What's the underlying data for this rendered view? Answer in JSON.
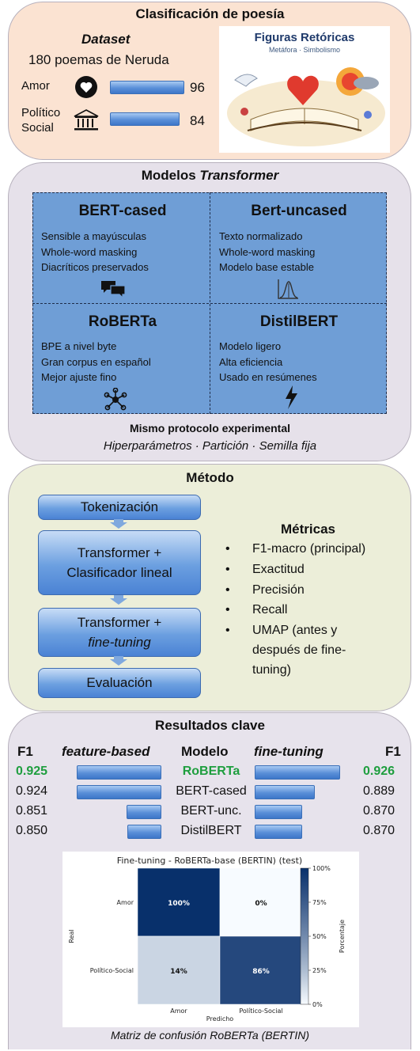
{
  "section1": {
    "title": "Clasificación de poesía",
    "dataset_label": "Dataset",
    "dataset_desc": "180 poemas de Neruda",
    "classes": [
      {
        "label": "Amor",
        "count": "96",
        "icon": "heart-icon"
      },
      {
        "label_line1": "Político",
        "label_line2": "Social",
        "count": "84",
        "icon": "building-icon"
      }
    ],
    "image_title": "Figuras Retóricas",
    "image_subtitle": "Metáfora · Simbolismo"
  },
  "section2": {
    "title_plain": "Modelos ",
    "title_italic": "Transformer",
    "models": [
      {
        "name": "BERT-cased",
        "features": [
          "Sensible a mayúsculas",
          "Whole-word masking",
          "Diacríticos preservados"
        ],
        "icon": "chat-bubbles-icon"
      },
      {
        "name": "Bert-uncased",
        "features": [
          "Texto normalizado",
          "Whole-word masking",
          "Modelo base estable"
        ],
        "icon": "bell-curve-icon"
      },
      {
        "name": "RoBERTa",
        "features": [
          "BPE a nivel byte",
          "Gran corpus en español",
          "Mejor ajuste fino"
        ],
        "icon": "network-icon"
      },
      {
        "name": "DistilBERT",
        "features": [
          "Modelo ligero",
          "Alta eficiencia",
          "Usado en resúmenes"
        ],
        "icon": "lightning-icon"
      }
    ],
    "protocol_title": "Mismo protocolo experimental",
    "protocol_desc": "Hiperparámetros · Partición · Semilla fija"
  },
  "section3": {
    "title": "Método",
    "steps": [
      {
        "line1": "Tokenización"
      },
      {
        "line1": "Transformer +",
        "line2": "Clasificador lineal"
      },
      {
        "line1": "Transformer +",
        "line2_italic": "fine-tuning"
      },
      {
        "line1": "Evaluación"
      }
    ],
    "metrics_title": "Métricas",
    "metrics": [
      "F1-macro (principal)",
      "Exactitud",
      "Precisión",
      "Recall",
      "UMAP (antes y",
      "después de fine-",
      "tuning)"
    ]
  },
  "section4": {
    "title": "Resultados clave",
    "headers": {
      "f1_left": "F1",
      "feature_based": "feature-based",
      "model": "Modelo",
      "fine_tuning": "fine-tuning",
      "f1_right": "F1"
    },
    "rows": [
      {
        "f1_fb": "0.925",
        "fb": 0.925,
        "model": "RoBERTa",
        "ft": 0.926,
        "f1_ft": "0.926",
        "best": true
      },
      {
        "f1_fb": "0.924",
        "fb": 0.924,
        "model": "BERT-cased",
        "ft": 0.889,
        "f1_ft": "0.889",
        "best": false
      },
      {
        "f1_fb": "0.851",
        "fb": 0.851,
        "model": "BERT-unc.",
        "ft": 0.87,
        "f1_ft": "0.870",
        "best": false
      },
      {
        "f1_fb": "0.850",
        "fb": 0.85,
        "model": "DistilBERT",
        "ft": 0.87,
        "f1_ft": "0.870",
        "best": false
      }
    ],
    "highlight_color": "#1e9e3e",
    "caption": "Matriz de confusión RoBERTa (BERTIN)"
  },
  "chart_data": {
    "type": "heatmap",
    "title": "Fine-tuning - RoBERTa-base (BERTIN) (test)",
    "xlabel": "Predicho",
    "ylabel": "Real",
    "x_categories": [
      "Amor",
      "Político-Social"
    ],
    "y_categories": [
      "Amor",
      "Político-Social"
    ],
    "values": [
      [
        100,
        0
      ],
      [
        14,
        86
      ]
    ],
    "cell_labels": [
      [
        "100%",
        "0%"
      ],
      [
        "14%",
        "86%"
      ]
    ],
    "colorbar_label": "Porcentaje",
    "colorbar_ticks": [
      "100%",
      "75%",
      "50%",
      "25%",
      "0%"
    ],
    "colorbar_range": [
      0,
      100
    ],
    "colormap": "Blues"
  }
}
